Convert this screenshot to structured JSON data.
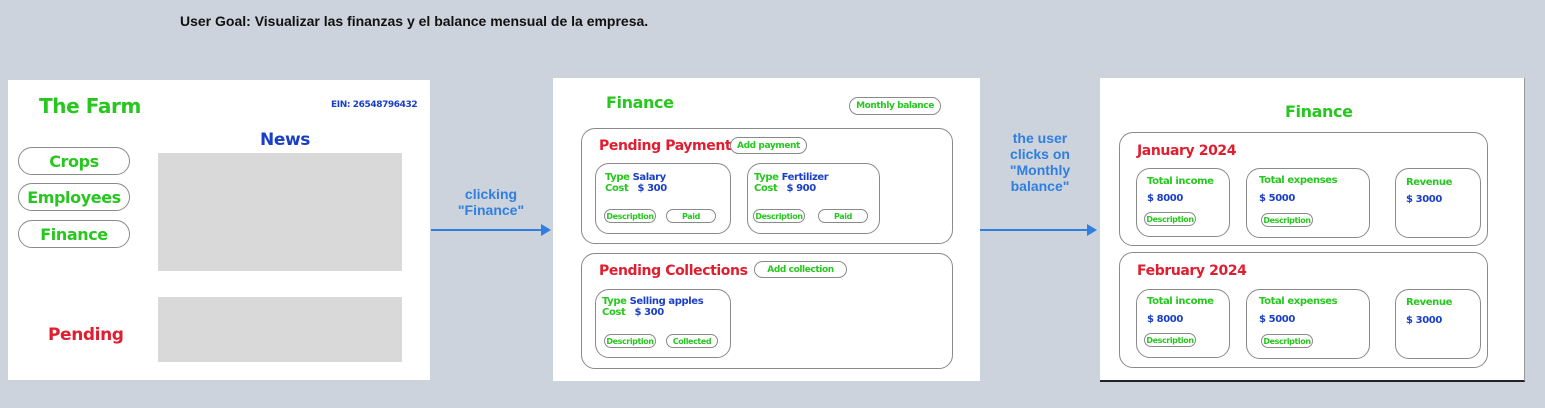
{
  "user_goal": "User Goal: Visualizar las finanzas y el balance mensual de la empresa.",
  "colors": {
    "green": "#27c71f",
    "blue": "#1a3fc7",
    "red": "#e01e30",
    "arrow": "#2f7fe0",
    "background": "#ccd3dc"
  },
  "screen1": {
    "title": "The Farm",
    "ein": "EIN: 26548796432",
    "news_heading": "News",
    "nav": [
      "Crops",
      "Employees",
      "Finance"
    ],
    "pending_label": "Pending"
  },
  "arrow1": {
    "label_line1": "clicking",
    "label_line2": "\"Finance\""
  },
  "screen2": {
    "title": "Finance",
    "monthly_balance_button": "Monthly balance",
    "payments": {
      "heading": "Pending Payments",
      "add_button": "Add payment",
      "cards": [
        {
          "type_label": "Type",
          "type_value": "Salary",
          "cost_label": "Cost",
          "cost_value": "$ 300",
          "desc_button": "Description",
          "action_button": "Paid"
        },
        {
          "type_label": "Type",
          "type_value": "Fertilizer",
          "cost_label": "Cost",
          "cost_value": "$ 900",
          "desc_button": "Description",
          "action_button": "Paid"
        }
      ]
    },
    "collections": {
      "heading": "Pending Collections",
      "add_button": "Add collection",
      "cards": [
        {
          "type_label": "Type",
          "type_value": "Selling apples",
          "cost_label": "Cost",
          "cost_value": "$ 300",
          "desc_button": "Description",
          "action_button": "Collected"
        }
      ]
    }
  },
  "arrow2": {
    "line1": "the user",
    "line2": "clicks on",
    "line3": "\"Monthly",
    "line4": "balance\""
  },
  "screen3": {
    "title": "Finance",
    "months": [
      {
        "name": "January 2024",
        "income_label": "Total income",
        "income_value": "$ 8000",
        "expenses_label": "Total expenses",
        "expenses_value": "$ 5000",
        "revenue_label": "Revenue",
        "revenue_value": "$ 3000",
        "desc_button": "Description"
      },
      {
        "name": "February 2024",
        "income_label": "Total income",
        "income_value": "$ 8000",
        "expenses_label": "Total expenses",
        "expenses_value": "$ 5000",
        "revenue_label": "Revenue",
        "revenue_value": "$ 3000",
        "desc_button": "Description"
      }
    ]
  }
}
